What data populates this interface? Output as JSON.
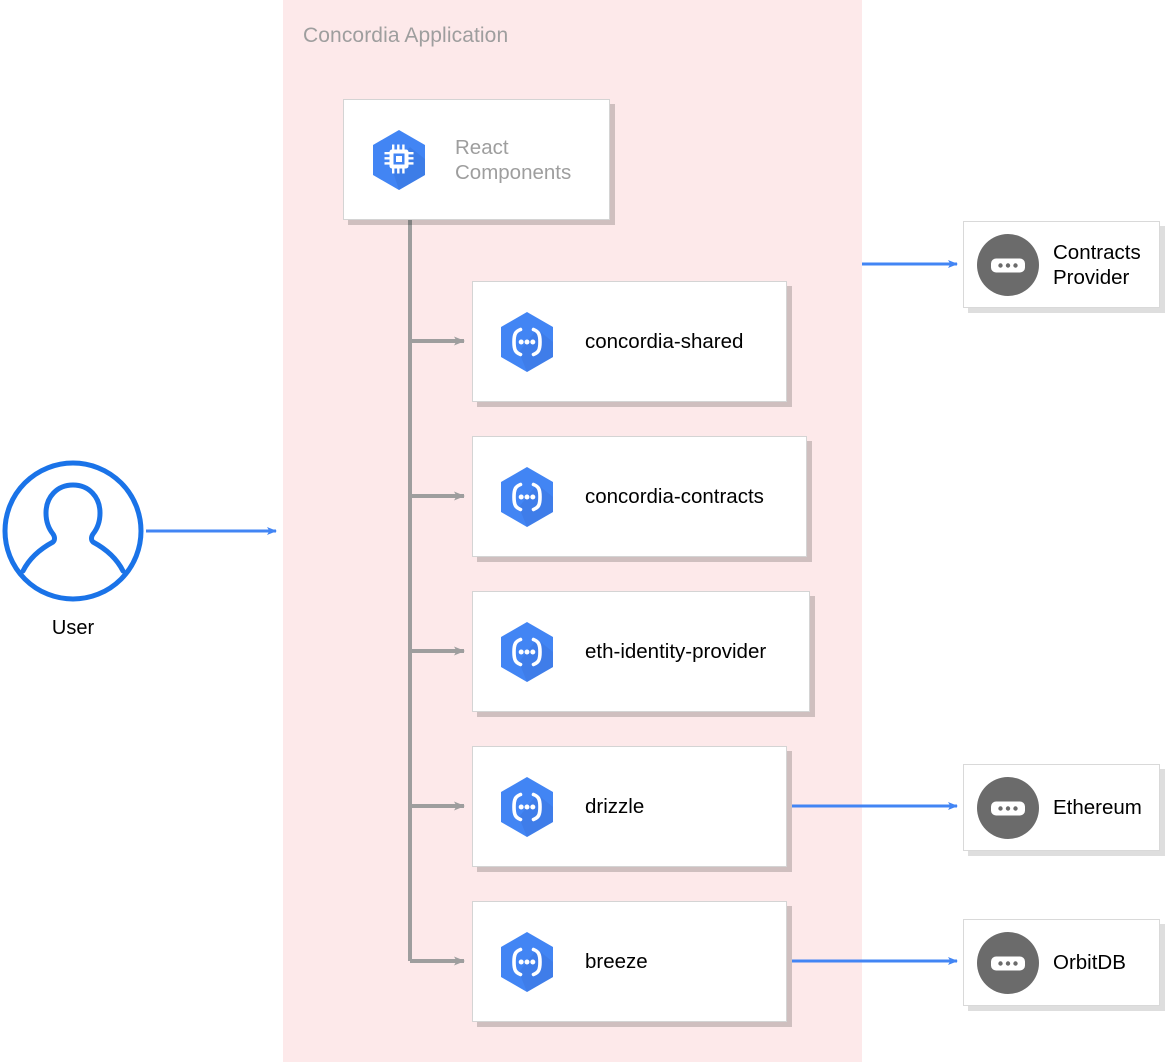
{
  "diagram": {
    "title_text": "Concordia Application",
    "colors": {
      "group_fill": "#fde9ea",
      "group_title": "#9e9e9e",
      "package_icon": "#4285f4",
      "external_icon": "#616161",
      "actor_stroke": "#1a73e8",
      "user_edge": "#4285f4",
      "internal_edge": "#9e9e9e",
      "external_edge": "#4285f4",
      "node_fill": "#ffffff",
      "node_border": "#d4d4d4",
      "label_text": "#000000"
    },
    "group": {
      "label": "Concordia Application"
    },
    "actor": {
      "name": "User",
      "icon": "user-circle-icon"
    },
    "root_node": {
      "label": "React\nComponents",
      "icon": "cpu-hexagon-icon",
      "label_color": "#9e9e9e"
    },
    "packages": [
      {
        "label": "concordia-shared",
        "icon": "code-braces-hexagon-icon"
      },
      {
        "label": "concordia-contracts",
        "icon": "code-braces-hexagon-icon"
      },
      {
        "label": "eth-identity-provider",
        "icon": "code-braces-hexagon-icon"
      },
      {
        "label": "drizzle",
        "icon": "code-braces-hexagon-icon"
      },
      {
        "label": "breeze",
        "icon": "code-braces-hexagon-icon"
      }
    ],
    "external_services": [
      {
        "label": "Contracts\nProvider",
        "icon": "service-circle-icon"
      },
      {
        "label": "Ethereum",
        "icon": "service-circle-icon"
      },
      {
        "label": "OrbitDB",
        "icon": "service-circle-icon"
      }
    ],
    "connections": [
      {
        "from": "User",
        "to": "Concordia Application",
        "style": "blue-arrow"
      },
      {
        "from": "React Components",
        "to": "concordia-shared",
        "style": "gray-arrow"
      },
      {
        "from": "React Components",
        "to": "concordia-contracts",
        "style": "gray-arrow"
      },
      {
        "from": "React Components",
        "to": "eth-identity-provider",
        "style": "gray-arrow"
      },
      {
        "from": "React Components",
        "to": "drizzle",
        "style": "gray-arrow"
      },
      {
        "from": "React Components",
        "to": "breeze",
        "style": "gray-arrow"
      },
      {
        "from": "Concordia Application",
        "to": "Contracts Provider",
        "style": "blue-arrow"
      },
      {
        "from": "drizzle",
        "to": "Ethereum",
        "style": "blue-arrow"
      },
      {
        "from": "breeze",
        "to": "OrbitDB",
        "style": "blue-arrow"
      }
    ]
  }
}
